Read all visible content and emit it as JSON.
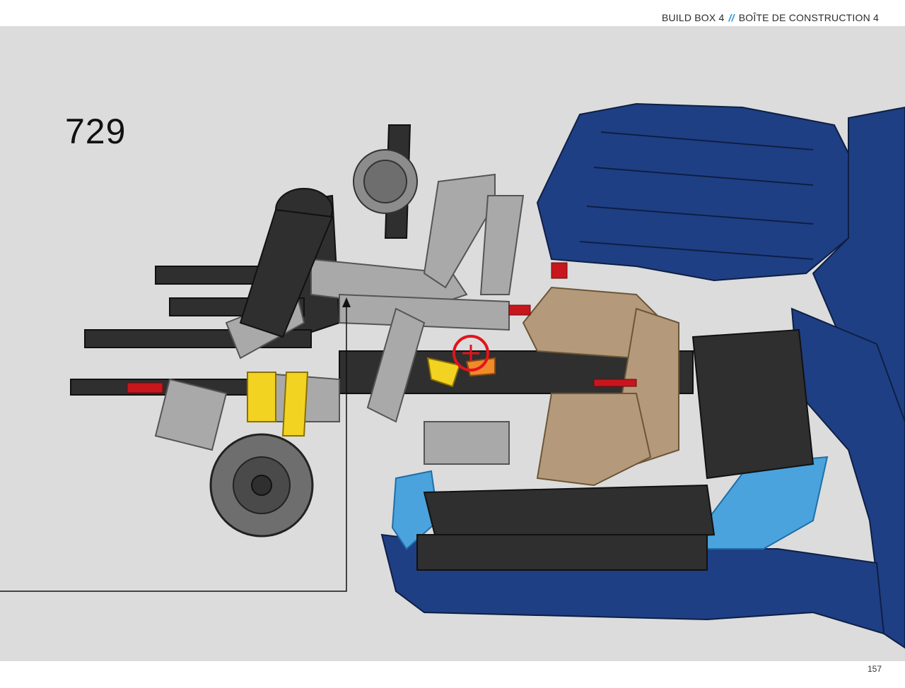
{
  "header": {
    "build_box_en": "BUILD BOX 4",
    "separator": "//",
    "build_box_fr": "BOÎTE DE CONSTRUCTION 4"
  },
  "step": {
    "number": "729"
  },
  "page": {
    "number": "157"
  },
  "colors": {
    "canvas": "#dcdcdc",
    "accent": "#2a8fd6",
    "highlight_circle": "#e1141b",
    "body_blue": "#1f3f84",
    "light_blue": "#4aa3dd",
    "tan": "#b49a7a",
    "dark_gray": "#2f2f2f",
    "light_gray": "#a9a9a9",
    "yellow": "#f3d321",
    "orange": "#f08a2a",
    "red": "#c8161d"
  }
}
